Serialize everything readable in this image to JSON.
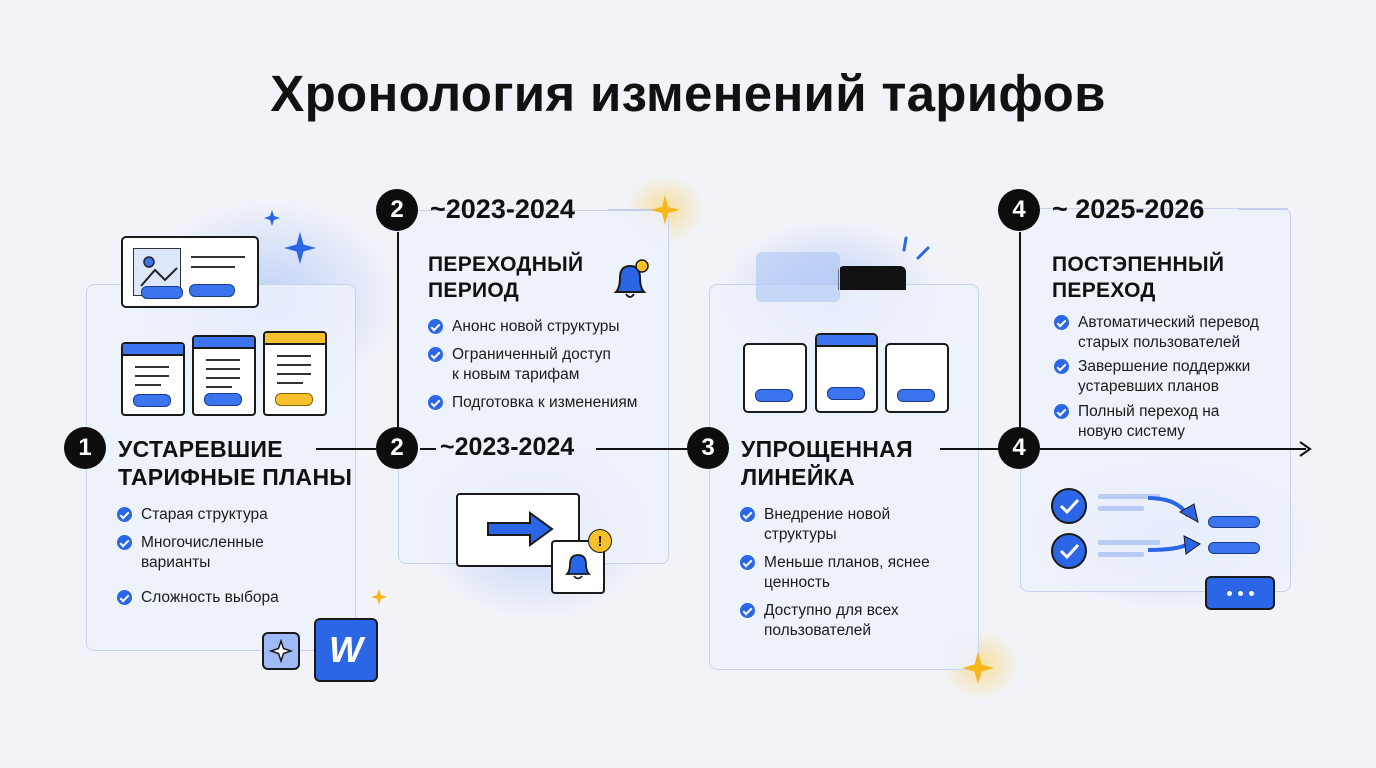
{
  "title": "Хронология изменений тарифов",
  "colors": {
    "accent": "#2b66e6",
    "highlight": "#f7c12e",
    "ink": "#0d0d0d"
  },
  "stages": [
    {
      "number": "1",
      "heading": [
        "УСТАРЕВШИЕ",
        "ТАРИФНЫЕ ПЛАНЫ"
      ],
      "items": [
        [
          "Старая структура"
        ],
        [
          "Многочисленные",
          "варианты"
        ],
        [
          "Сложность выбора"
        ]
      ],
      "logo_letter": "W"
    },
    {
      "number": "2",
      "year": "~2023-2024",
      "heading": [
        "ПЕРЕХОДНЫЙ",
        "ПЕРИОД"
      ],
      "items": [
        [
          "Анонс новой структуры"
        ],
        [
          "Ограниченный доступ",
          "к новым тарифам"
        ],
        [
          "Подготовка к изменениям"
        ]
      ],
      "timeline_label": "~2023-2024"
    },
    {
      "number": "3",
      "heading": [
        "УПРОЩЕННАЯ",
        "ЛИНЕЙКА"
      ],
      "items": [
        [
          "Внедрение новой",
          "структуры"
        ],
        [
          "Меньше планов, яснее",
          "ценность"
        ],
        [
          "Доступно для всех",
          "пользователей"
        ]
      ]
    },
    {
      "number": "4",
      "year": "~ 2025-2026",
      "heading": [
        "ПОСТЭПЕННЫЙ",
        "ПЕРЕХОД"
      ],
      "items": [
        [
          "Автоматический перевод",
          "старых пользователей"
        ],
        [
          "Завершение поддержки",
          "устаревших планов"
        ],
        [
          "Полный переход на",
          "новую систему"
        ]
      ]
    }
  ],
  "icons": [
    "image-card-icon",
    "pricing-cards-icon",
    "sparkle-icon",
    "bell-icon",
    "arrow-window-icon",
    "alert-icon",
    "tablet-icon",
    "check-circle-icon",
    "dots-button-icon",
    "timeline-arrow-icon"
  ]
}
